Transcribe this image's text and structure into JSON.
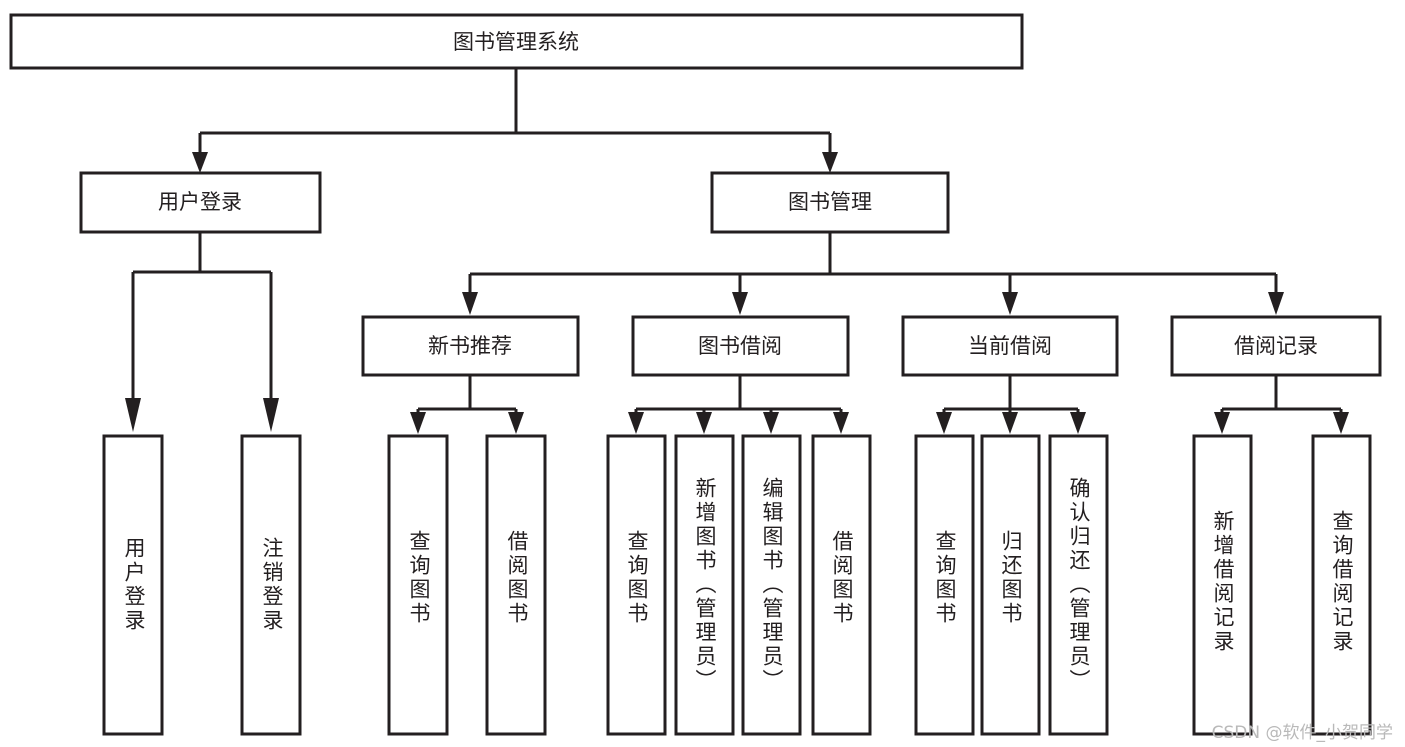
{
  "diagram": {
    "title": "图书管理系统",
    "type": "tree",
    "watermark": "CSDN @软件_小贺同学",
    "colors": {
      "stroke": "#231f20",
      "fill": "#ffffff",
      "background": "#ffffff",
      "watermark": "#b9b9b9"
    },
    "levels": {
      "root": "图书管理系统",
      "level2": [
        "用户登录",
        "图书管理"
      ],
      "level3": [
        "新书推荐",
        "图书借阅",
        "当前借阅",
        "借阅记录"
      ],
      "leaves": [
        "用户登录",
        "注销登录",
        "查询图书",
        "借阅图书",
        "查询图书",
        "新增图书（管理员）",
        "编辑图书（管理员）",
        "借阅图书",
        "查询图书",
        "归还图书",
        "确认归还（管理员）",
        "新增借阅记录",
        "查询借阅记录"
      ]
    },
    "nodes": {
      "root": {
        "label": "图书管理系统"
      },
      "user_login": {
        "label": "用户登录"
      },
      "book_manage": {
        "label": "图书管理"
      },
      "new_book_rec": {
        "label": "新书推荐"
      },
      "book_borrow": {
        "label": "图书借阅"
      },
      "current_borrow": {
        "label": "当前借阅"
      },
      "borrow_record": {
        "label": "借阅记录"
      },
      "leaf_user_login": {
        "label": "用户登录"
      },
      "leaf_logout": {
        "label": "注销登录"
      },
      "leaf_query_book_1": {
        "label": "查询图书"
      },
      "leaf_borrow_book_1": {
        "label": "借阅图书"
      },
      "leaf_query_book_2": {
        "label": "查询图书"
      },
      "leaf_add_book": {
        "label": "新增图书（管理员）"
      },
      "leaf_edit_book": {
        "label": "编辑图书（管理员）"
      },
      "leaf_borrow_book_2": {
        "label": "借阅图书"
      },
      "leaf_query_book_3": {
        "label": "查询图书"
      },
      "leaf_return_book": {
        "label": "归还图书"
      },
      "leaf_confirm_return": {
        "label": "确认归还（管理员）"
      },
      "leaf_add_record": {
        "label": "新增借阅记录"
      },
      "leaf_query_record": {
        "label": "查询借阅记录"
      }
    },
    "edges": [
      {
        "from": "root",
        "to": "user_login"
      },
      {
        "from": "root",
        "to": "book_manage"
      },
      {
        "from": "user_login",
        "to": "leaf_user_login"
      },
      {
        "from": "user_login",
        "to": "leaf_logout"
      },
      {
        "from": "book_manage",
        "to": "new_book_rec"
      },
      {
        "from": "book_manage",
        "to": "book_borrow"
      },
      {
        "from": "book_manage",
        "to": "current_borrow"
      },
      {
        "from": "book_manage",
        "to": "borrow_record"
      },
      {
        "from": "new_book_rec",
        "to": "leaf_query_book_1"
      },
      {
        "from": "new_book_rec",
        "to": "leaf_borrow_book_1"
      },
      {
        "from": "book_borrow",
        "to": "leaf_query_book_2"
      },
      {
        "from": "book_borrow",
        "to": "leaf_add_book"
      },
      {
        "from": "book_borrow",
        "to": "leaf_edit_book"
      },
      {
        "from": "book_borrow",
        "to": "leaf_borrow_book_2"
      },
      {
        "from": "current_borrow",
        "to": "leaf_query_book_3"
      },
      {
        "from": "current_borrow",
        "to": "leaf_return_book"
      },
      {
        "from": "current_borrow",
        "to": "leaf_confirm_return"
      },
      {
        "from": "borrow_record",
        "to": "leaf_add_record"
      },
      {
        "from": "borrow_record",
        "to": "leaf_query_record"
      }
    ]
  }
}
